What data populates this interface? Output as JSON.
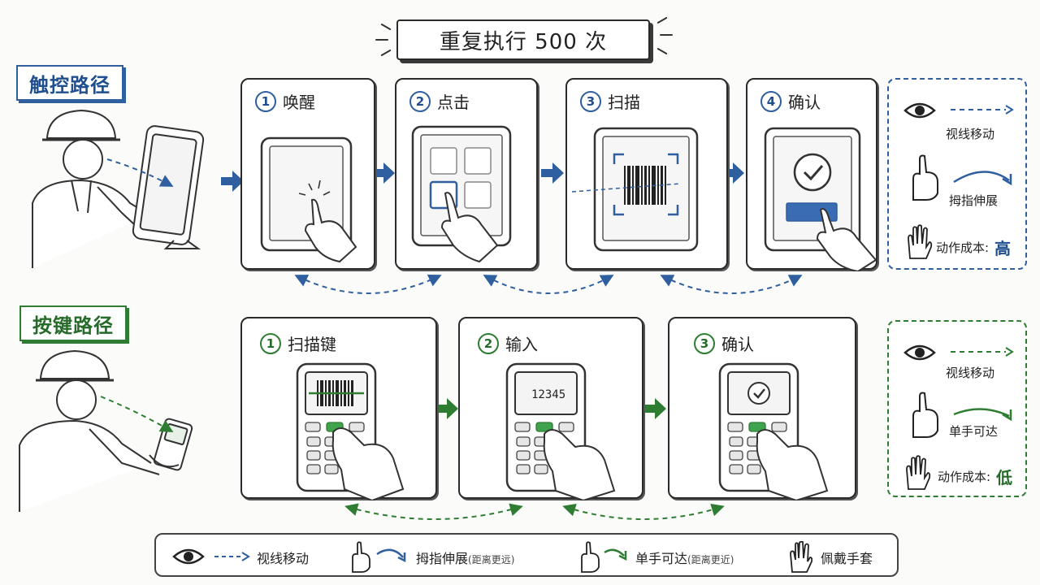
{
  "title": "重复执行 500 次",
  "touch_path": {
    "label": "触控路径",
    "steps": [
      {
        "num": "1",
        "label": "唤醒"
      },
      {
        "num": "2",
        "label": "点击"
      },
      {
        "num": "3",
        "label": "扫描"
      },
      {
        "num": "4",
        "label": "确认"
      }
    ],
    "legend": {
      "gaze": "视线移动",
      "thumb": "拇指伸展",
      "cost_label": "动作成本:",
      "cost_value": "高"
    }
  },
  "key_path": {
    "label": "按键路径",
    "steps": [
      {
        "num": "1",
        "label": "扫描键"
      },
      {
        "num": "2",
        "label": "输入",
        "screen_text": "12345"
      },
      {
        "num": "3",
        "label": "确认"
      }
    ],
    "legend": {
      "gaze": "视线移动",
      "thumb": "单手可达",
      "cost_label": "动作成本:",
      "cost_value": "低"
    }
  },
  "bottom_legend": {
    "gaze": "视线移动",
    "thumb_stretch": "拇指伸展",
    "thumb_stretch_note": "(距离更远)",
    "one_hand": "单手可达",
    "one_hand_note": "(距离更近)",
    "glove": "佩戴手套"
  },
  "colors": {
    "touch": "#2f5f9e",
    "key": "#2e7d32",
    "ink": "#2a2a2a"
  }
}
